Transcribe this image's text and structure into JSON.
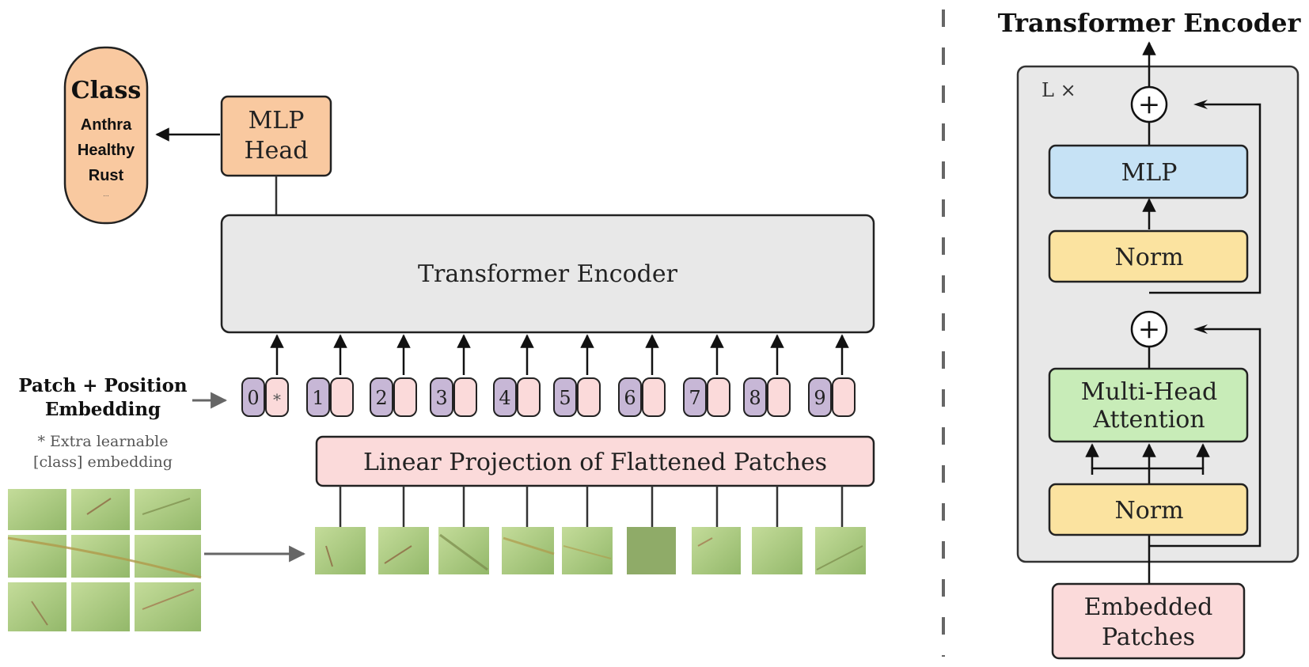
{
  "vit": {
    "class_box": {
      "title": "Class",
      "items": [
        "Anthra",
        "Healthy",
        "Rust"
      ],
      "ellipsis": "..."
    },
    "mlp_head": {
      "line1": "MLP",
      "line2": "Head"
    },
    "encoder_label": "Transformer Encoder",
    "embedding_label": {
      "line1": "Patch + Position",
      "line2": "Embedding"
    },
    "extra_note": {
      "line1": "* Extra learnable",
      "line2": "[class] embedding"
    },
    "projection_label": "Linear Projection of Flattened Patches",
    "token_indices": [
      "0",
      "1",
      "2",
      "3",
      "4",
      "5",
      "6",
      "7",
      "8",
      "9"
    ],
    "class_token_mark": "*"
  },
  "encoder_detail": {
    "title": "Transformer Encoder",
    "repeat_label": "L ×",
    "add_symbol": "+",
    "mlp_label": "MLP",
    "norm_label": "Norm",
    "attention": {
      "line1": "Multi-Head",
      "line2": "Attention"
    },
    "input": {
      "line1": "Embedded",
      "line2": "Patches"
    }
  },
  "colors": {
    "orange_fill": "#f9c9a0",
    "gray_fill": "#e8e8e8",
    "pink_fill": "#fbdada",
    "purple_fill": "#c7b7d6",
    "blue_fill": "#c6e2f5",
    "yellow_fill": "#fbe3a0",
    "green_fill": "#c8ecb8",
    "leaf_light": "#b9d58f",
    "leaf_dark": "#8fb267"
  }
}
